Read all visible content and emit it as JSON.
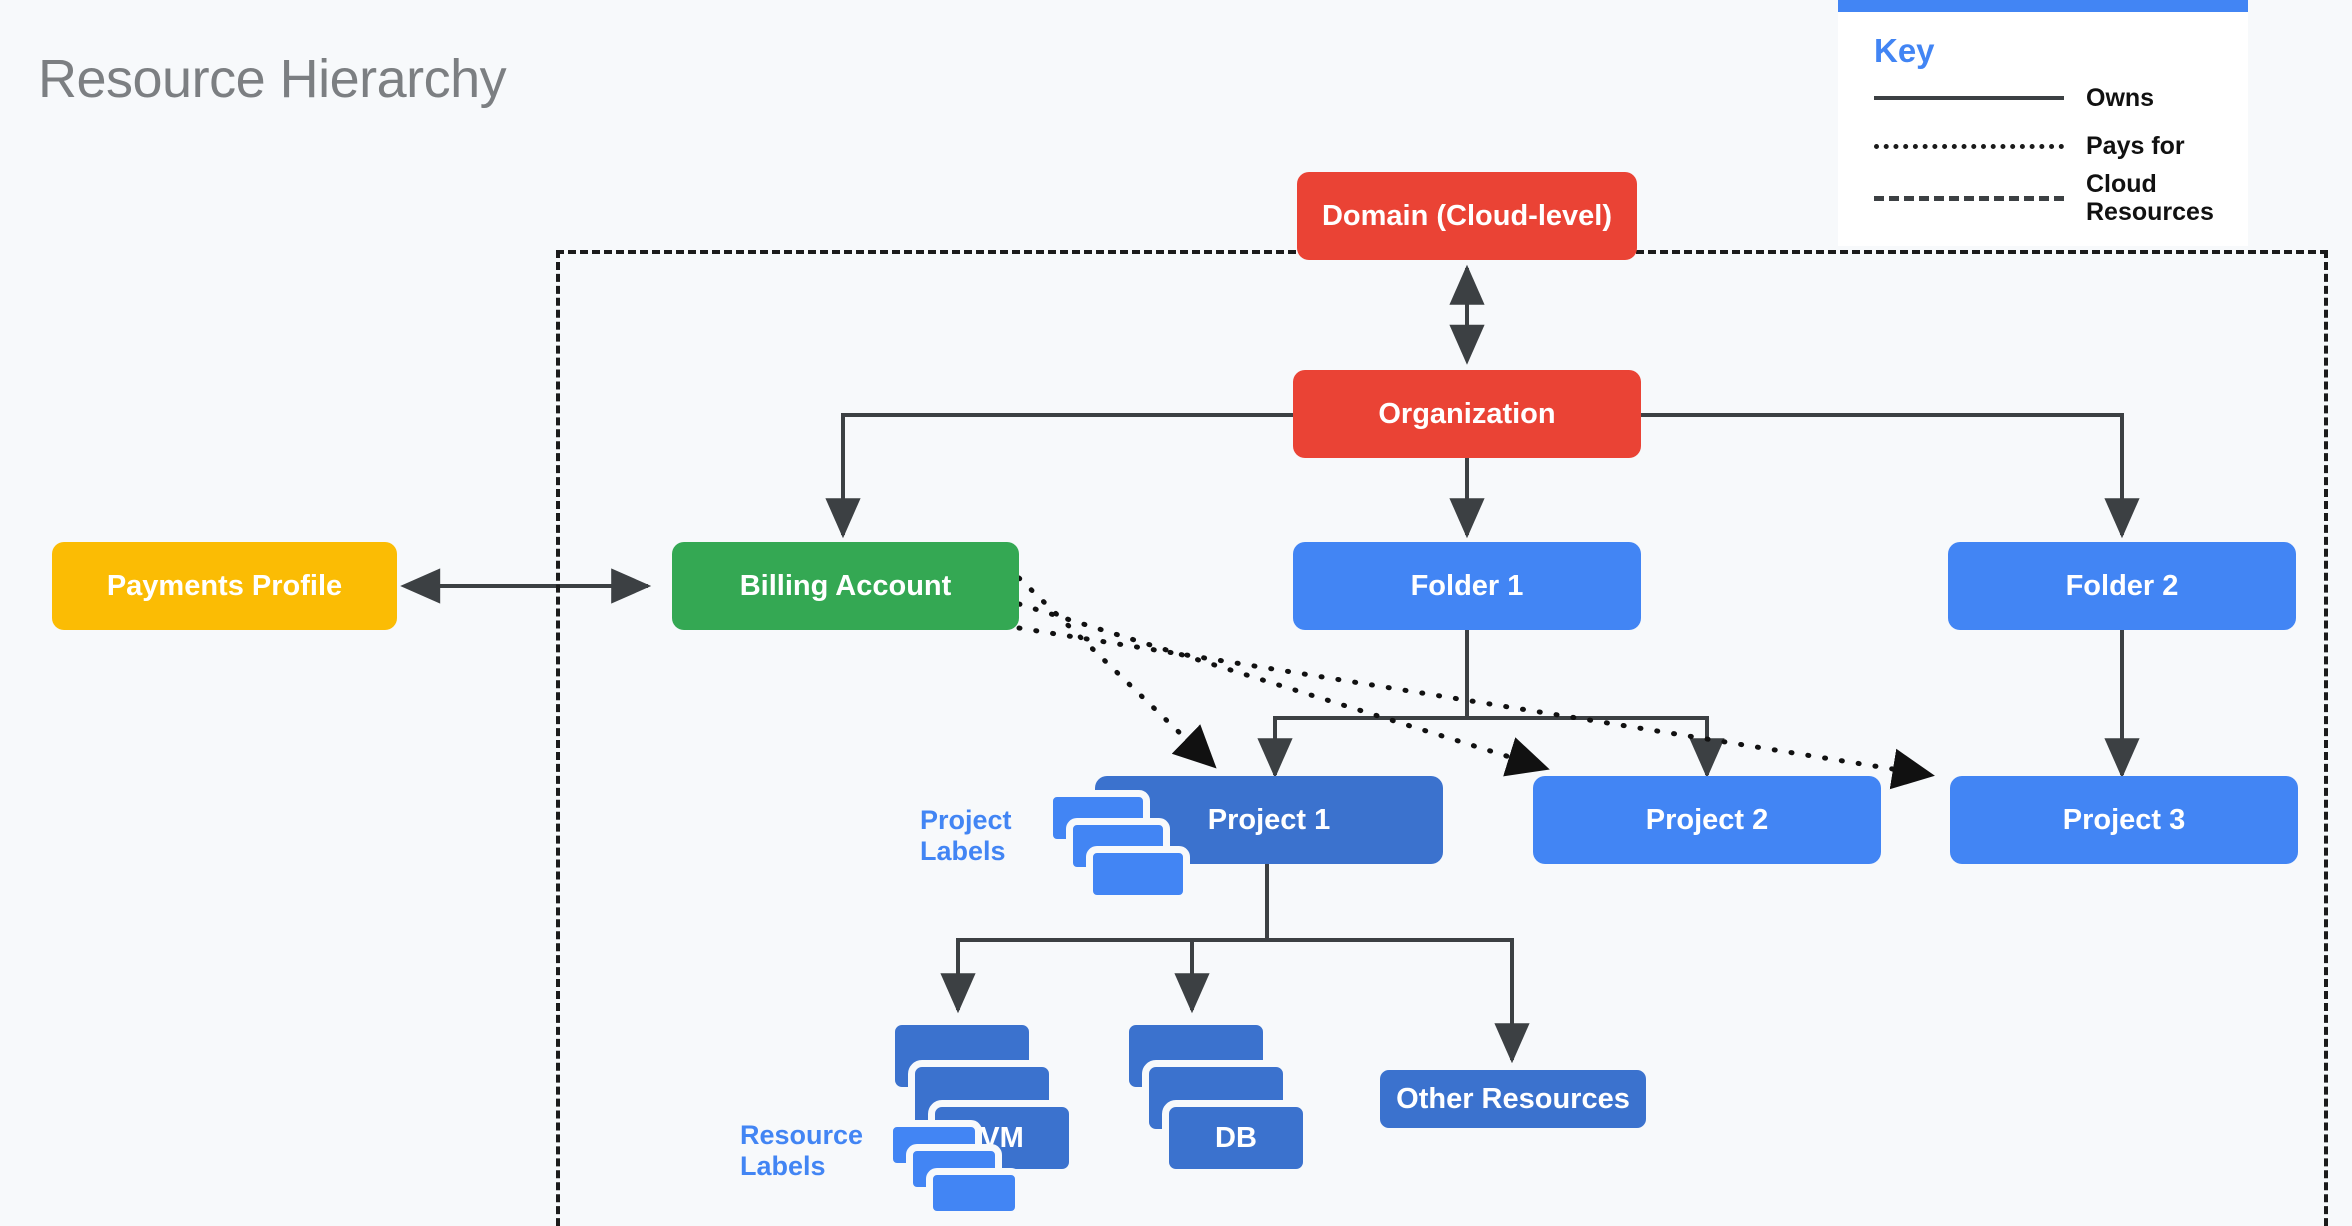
{
  "page": {
    "title": "Resource Hierarchy",
    "background_color": "#f7f9fb"
  },
  "colors": {
    "red": "#ea4335",
    "green": "#34a853",
    "yellow": "#fbbc04",
    "light_blue": "#4285f4",
    "dark_blue": "#3b72ce",
    "title_gray": "#7c7f82",
    "edge_gray": "#3c4043"
  },
  "key": {
    "title": "Key",
    "rows": [
      {
        "style": "solid",
        "label": "Owns"
      },
      {
        "style": "dotted",
        "label": "Pays for"
      },
      {
        "style": "dashed",
        "label": "Cloud Resources"
      }
    ]
  },
  "nodes": {
    "domain": "Domain (Cloud-level)",
    "organization": "Organization",
    "payments_profile": "Payments Profile",
    "billing_account": "Billing Account",
    "folder1": "Folder 1",
    "folder2": "Folder 2",
    "project1": "Project 1",
    "project2": "Project 2",
    "project3": "Project 3",
    "vm": "VM",
    "db": "DB",
    "other_resources": "Other Resources"
  },
  "captions": {
    "project_labels_line1": "Project",
    "project_labels_line2": "Labels",
    "resource_labels_line1": "Resource",
    "resource_labels_line2": "Labels"
  },
  "edges": [
    {
      "from": "organization",
      "to": "domain",
      "type": "owns",
      "arrows": "both"
    },
    {
      "from": "organization",
      "to": "billing_account",
      "type": "owns",
      "arrows": "end"
    },
    {
      "from": "organization",
      "to": "folder1",
      "type": "owns",
      "arrows": "end"
    },
    {
      "from": "organization",
      "to": "folder2",
      "type": "owns",
      "arrows": "end"
    },
    {
      "from": "payments_profile",
      "to": "billing_account",
      "type": "owns",
      "arrows": "both"
    },
    {
      "from": "folder1",
      "to": "project1",
      "type": "owns",
      "arrows": "end"
    },
    {
      "from": "folder1",
      "to": "project2",
      "type": "owns",
      "arrows": "end"
    },
    {
      "from": "folder2",
      "to": "project3",
      "type": "owns",
      "arrows": "end"
    },
    {
      "from": "project1",
      "to": "vm",
      "type": "owns",
      "arrows": "end"
    },
    {
      "from": "project1",
      "to": "db",
      "type": "owns",
      "arrows": "end"
    },
    {
      "from": "project1",
      "to": "other_resources",
      "type": "owns",
      "arrows": "end"
    },
    {
      "from": "billing_account",
      "to": "project1",
      "type": "pays_for",
      "arrows": "end"
    },
    {
      "from": "billing_account",
      "to": "project2",
      "type": "pays_for",
      "arrows": "end"
    },
    {
      "from": "billing_account",
      "to": "project3",
      "type": "pays_for",
      "arrows": "end"
    }
  ],
  "boundary": {
    "label": "Cloud Resources",
    "style": "dashed"
  }
}
